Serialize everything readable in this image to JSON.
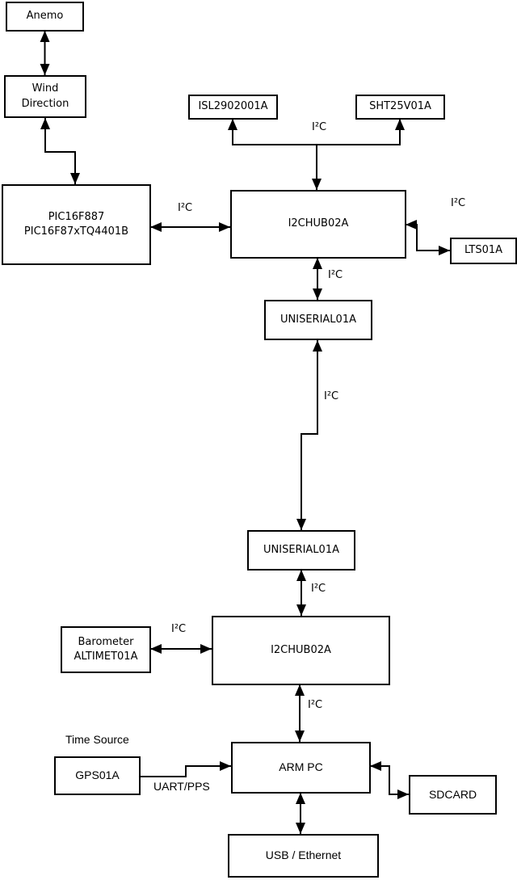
{
  "diagram": {
    "nodes": {
      "anemo": {
        "label": "Anemo"
      },
      "wind_direction": {
        "line1": "Wind",
        "line2": "Direction"
      },
      "pic": {
        "line1": "PIC16F887",
        "line2": "PIC16F87xTQ4401B"
      },
      "isl": {
        "label": "ISL2902001A"
      },
      "sht": {
        "label": "SHT25V01A"
      },
      "hub1": {
        "label": "I2CHUB02A"
      },
      "lts": {
        "label": "LTS01A"
      },
      "uniserial1": {
        "label": "UNISERIAL01A"
      },
      "uniserial2": {
        "label": "UNISERIAL01A"
      },
      "barometer": {
        "line1": "Barometer",
        "line2": "ALTIMET01A"
      },
      "hub2": {
        "label": "I2CHUB02A"
      },
      "arm_pc": {
        "label": "ARM PC"
      },
      "gps": {
        "label": "GPS01A"
      },
      "sdcard": {
        "label": "SDCARD"
      },
      "usb_ethernet": {
        "label": "USB / Ethernet"
      }
    },
    "edge_labels": {
      "sensor_bus": "I²C",
      "pic_hub1": "I²C",
      "hub1_lts": "I²C",
      "hub1_uniserial1": "I²C",
      "uniserial_link": "I²C",
      "uniserial2_hub2": "I²C",
      "barometer_hub2": "I²C",
      "hub2_armpc": "I²C",
      "gps_armpc": "UART/PPS"
    },
    "annotations": {
      "time_source": "Time Source"
    },
    "colors": {
      "line": "#000000",
      "background": "#ffffff",
      "box_fill": "#ffffff"
    }
  }
}
